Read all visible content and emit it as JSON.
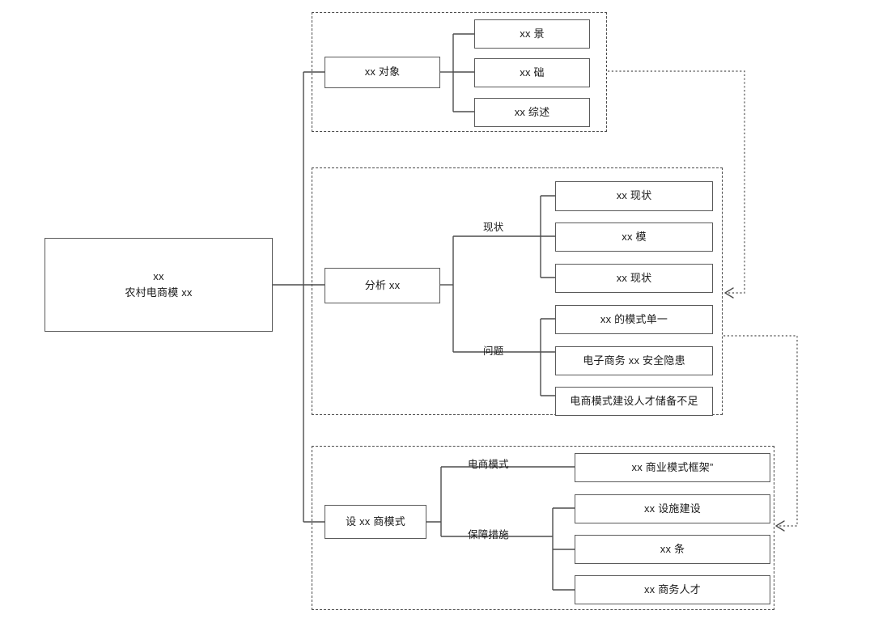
{
  "diagram": {
    "title_node": {
      "line1": "xx",
      "line2": "农村电商模 xx"
    },
    "groups": [
      {
        "id": "group-research-object",
        "name": "research-object-group"
      },
      {
        "id": "group-analysis",
        "name": "analysis-group"
      },
      {
        "id": "group-design",
        "name": "design-group"
      }
    ],
    "branches": [
      {
        "id": "branch-object",
        "parent_label": "xx 对象",
        "sub_branches": [
          {
            "label": "",
            "leaves": [
              "xx 景",
              "xx 础",
              "xx 综述"
            ]
          }
        ]
      },
      {
        "id": "branch-analysis",
        "parent_label": "分析 xx",
        "sub_branches": [
          {
            "label": "现状",
            "leaves": [
              "xx 现状",
              "xx 模",
              "xx 现状"
            ]
          },
          {
            "label": "问题",
            "leaves": [
              "xx 的模式单一",
              "电子商务 xx 安全隐患",
              "电商模式建设人才储备不足"
            ]
          }
        ]
      },
      {
        "id": "branch-design",
        "parent_label": "设 xx 商模式",
        "sub_branches": [
          {
            "label": "电商模式",
            "leaves": [
              "xx 商业模式框架”"
            ]
          },
          {
            "label": "保障措施",
            "leaves": [
              "xx 设施建设",
              "xx 条",
              "xx 商务人才"
            ]
          }
        ]
      }
    ],
    "flow_arrows": [
      {
        "id": "arrow-object-to-analysis",
        "from": "research-object-group",
        "to": "analysis-group"
      },
      {
        "id": "arrow-analysis-to-design",
        "from": "analysis-group",
        "to": "design-group"
      }
    ],
    "colors": {
      "node_border": "#5a5a5a",
      "group_border": "#4d4d4d",
      "connector": "#4d4d4d",
      "flow_arrow": "#6e6e6e",
      "text": "#1a1a1a",
      "background": "#ffffff"
    }
  }
}
